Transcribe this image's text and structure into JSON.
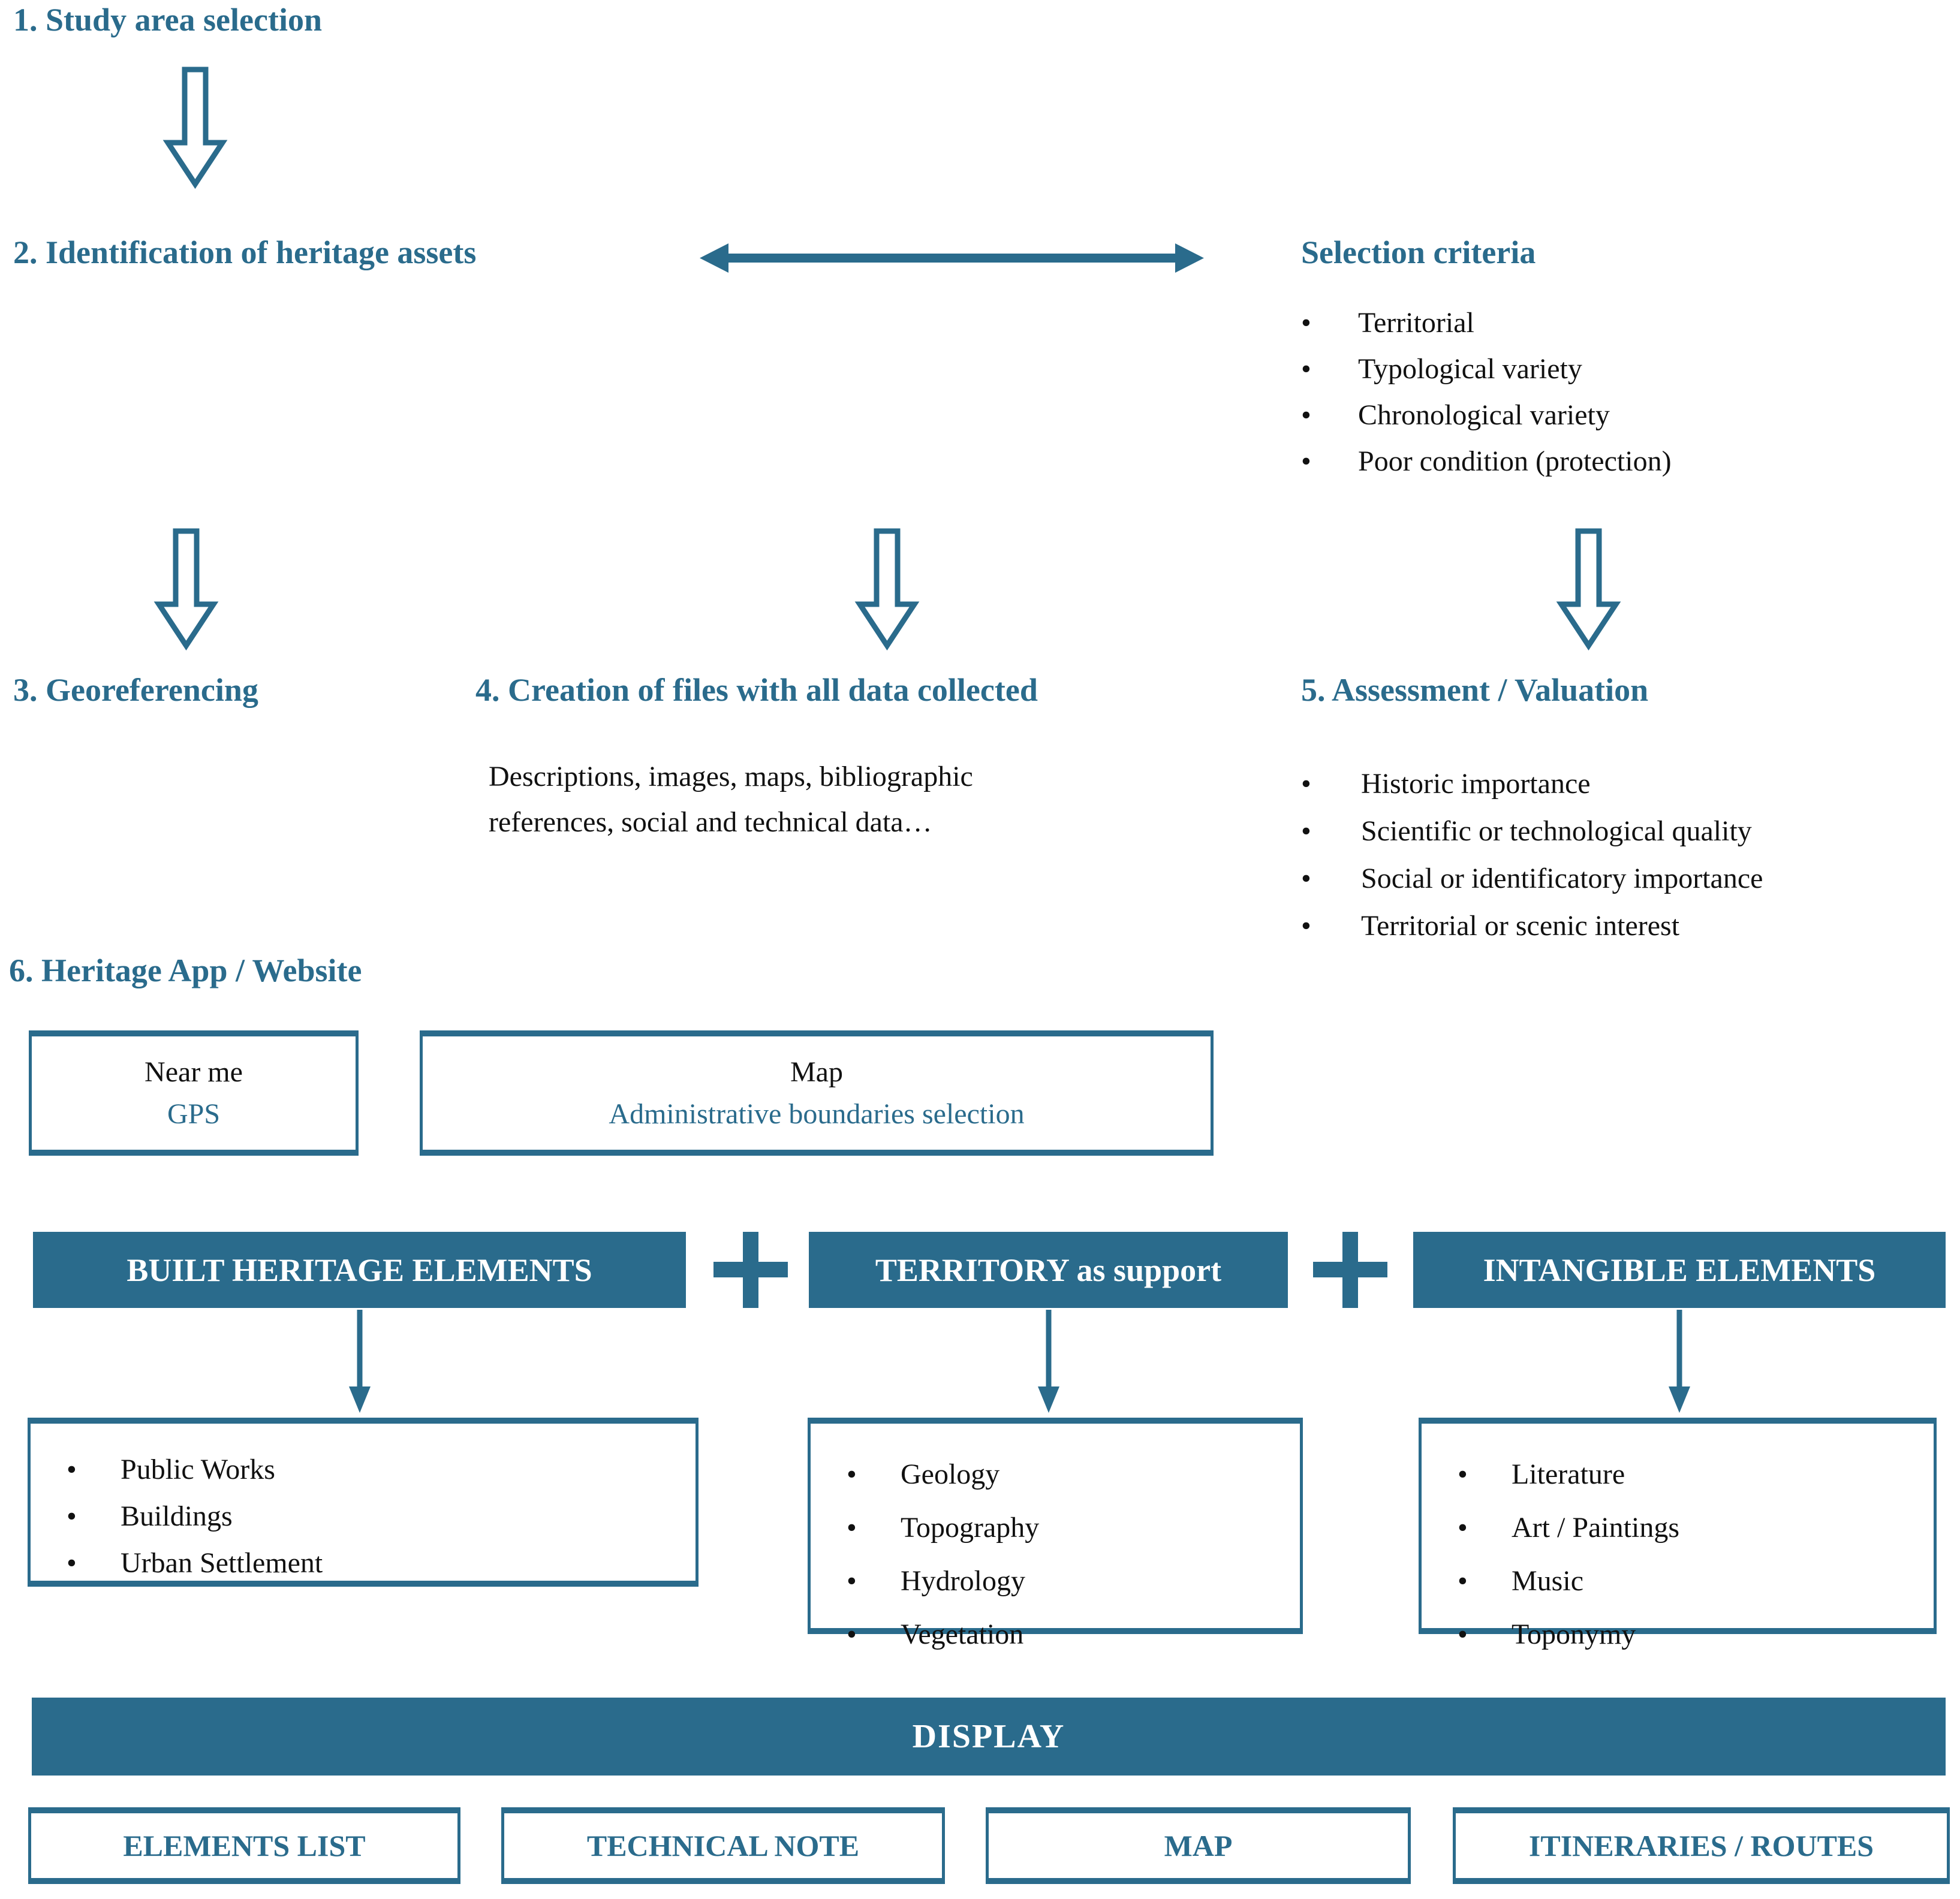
{
  "colors": {
    "teal": "#2A6B8C",
    "text_black": "#111111",
    "background": "#FFFFFF"
  },
  "steps": [
    {
      "label": "1. Study area selection"
    },
    {
      "label": "2. Identification of heritage assets"
    },
    {
      "label": "3. Georeferencing"
    },
    {
      "label": "4. Creation of files with all data collected",
      "description_lines": [
        "Descriptions, images, maps, bibliographic",
        "references, social and technical data…"
      ]
    },
    {
      "label": "5. Assessment / Valuation"
    },
    {
      "label": "6. Heritage App / Website"
    }
  ],
  "selection_criteria": {
    "title": "Selection criteria",
    "items": [
      "Territorial",
      "Typological variety",
      "Chronological variety",
      "Poor condition (protection)"
    ]
  },
  "assessment_criteria": {
    "items": [
      "Historic importance",
      "Scientific or technological quality",
      "Social or identificatory importance",
      "Territorial or scenic interest"
    ]
  },
  "app_section": {
    "near_me_box": {
      "title": "Near me",
      "subtitle": "GPS"
    },
    "map_box": {
      "title": "Map",
      "subtitle": "Administrative boundaries selection"
    }
  },
  "element_groups": [
    {
      "header": "BUILT HERITAGE ELEMENTS",
      "items": [
        "Public Works",
        "Buildings",
        "Urban Settlement"
      ]
    },
    {
      "header": "TERRITORY as support",
      "items": [
        "Geology",
        "Topography",
        "Hydrology",
        "Vegetation"
      ]
    },
    {
      "header": "INTANGIBLE ELEMENTS",
      "items": [
        "Literature",
        "Art / Paintings",
        "Music",
        "Toponymy"
      ]
    }
  ],
  "display_bar": {
    "label": "DISPLAY"
  },
  "output_boxes": [
    "ELEMENTS LIST",
    "TECHNICAL NOTE",
    "MAP",
    "ITINERARIES / ROUTES"
  ]
}
